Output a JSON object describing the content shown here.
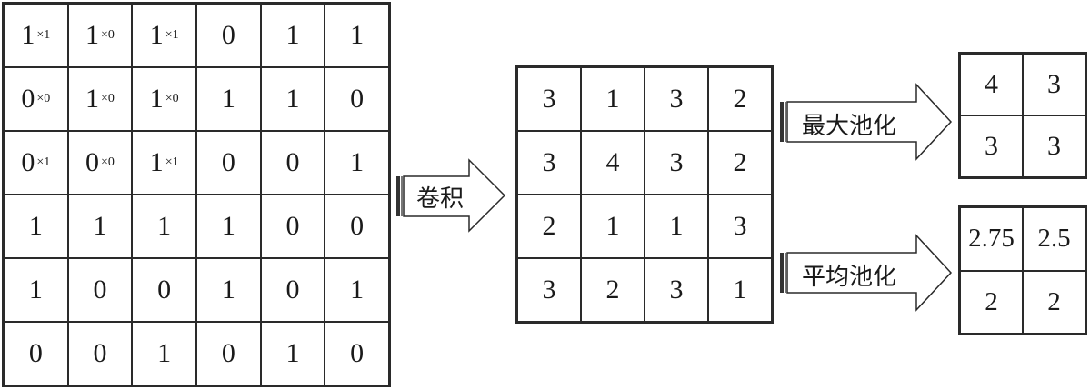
{
  "input_matrix": {
    "rows": [
      [
        {
          "v": "1",
          "k": "×1"
        },
        {
          "v": "1",
          "k": "×0"
        },
        {
          "v": "1",
          "k": "×1"
        },
        {
          "v": "0",
          "k": ""
        },
        {
          "v": "1",
          "k": ""
        },
        {
          "v": "1",
          "k": ""
        }
      ],
      [
        {
          "v": "0",
          "k": "×0"
        },
        {
          "v": "1",
          "k": "×0"
        },
        {
          "v": "1",
          "k": "×0"
        },
        {
          "v": "1",
          "k": ""
        },
        {
          "v": "1",
          "k": ""
        },
        {
          "v": "0",
          "k": ""
        }
      ],
      [
        {
          "v": "0",
          "k": "×1"
        },
        {
          "v": "0",
          "k": "×0"
        },
        {
          "v": "1",
          "k": "×1"
        },
        {
          "v": "0",
          "k": ""
        },
        {
          "v": "0",
          "k": ""
        },
        {
          "v": "1",
          "k": ""
        }
      ],
      [
        {
          "v": "1",
          "k": ""
        },
        {
          "v": "1",
          "k": ""
        },
        {
          "v": "1",
          "k": ""
        },
        {
          "v": "1",
          "k": ""
        },
        {
          "v": "0",
          "k": ""
        },
        {
          "v": "0",
          "k": ""
        }
      ],
      [
        {
          "v": "1",
          "k": ""
        },
        {
          "v": "0",
          "k": ""
        },
        {
          "v": "0",
          "k": ""
        },
        {
          "v": "1",
          "k": ""
        },
        {
          "v": "0",
          "k": ""
        },
        {
          "v": "1",
          "k": ""
        }
      ],
      [
        {
          "v": "0",
          "k": ""
        },
        {
          "v": "0",
          "k": ""
        },
        {
          "v": "1",
          "k": ""
        },
        {
          "v": "0",
          "k": ""
        },
        {
          "v": "1",
          "k": ""
        },
        {
          "v": "0",
          "k": ""
        }
      ]
    ]
  },
  "convolution_label": "卷积",
  "feature_map": {
    "rows": [
      [
        "3",
        "1",
        "3",
        "2"
      ],
      [
        "3",
        "4",
        "3",
        "2"
      ],
      [
        "2",
        "1",
        "1",
        "3"
      ],
      [
        "3",
        "2",
        "3",
        "1"
      ]
    ]
  },
  "max_pooling": {
    "label": "最大池化",
    "rows": [
      [
        "4",
        "3"
      ],
      [
        "3",
        "3"
      ]
    ]
  },
  "avg_pooling": {
    "label": "平均池化",
    "rows": [
      [
        "2.75",
        "2.5"
      ],
      [
        "2",
        "2"
      ]
    ]
  },
  "colors": {
    "line": "#2a2a2a",
    "arrow_fill": "#ffffff",
    "arrow_bar": "#333333"
  }
}
